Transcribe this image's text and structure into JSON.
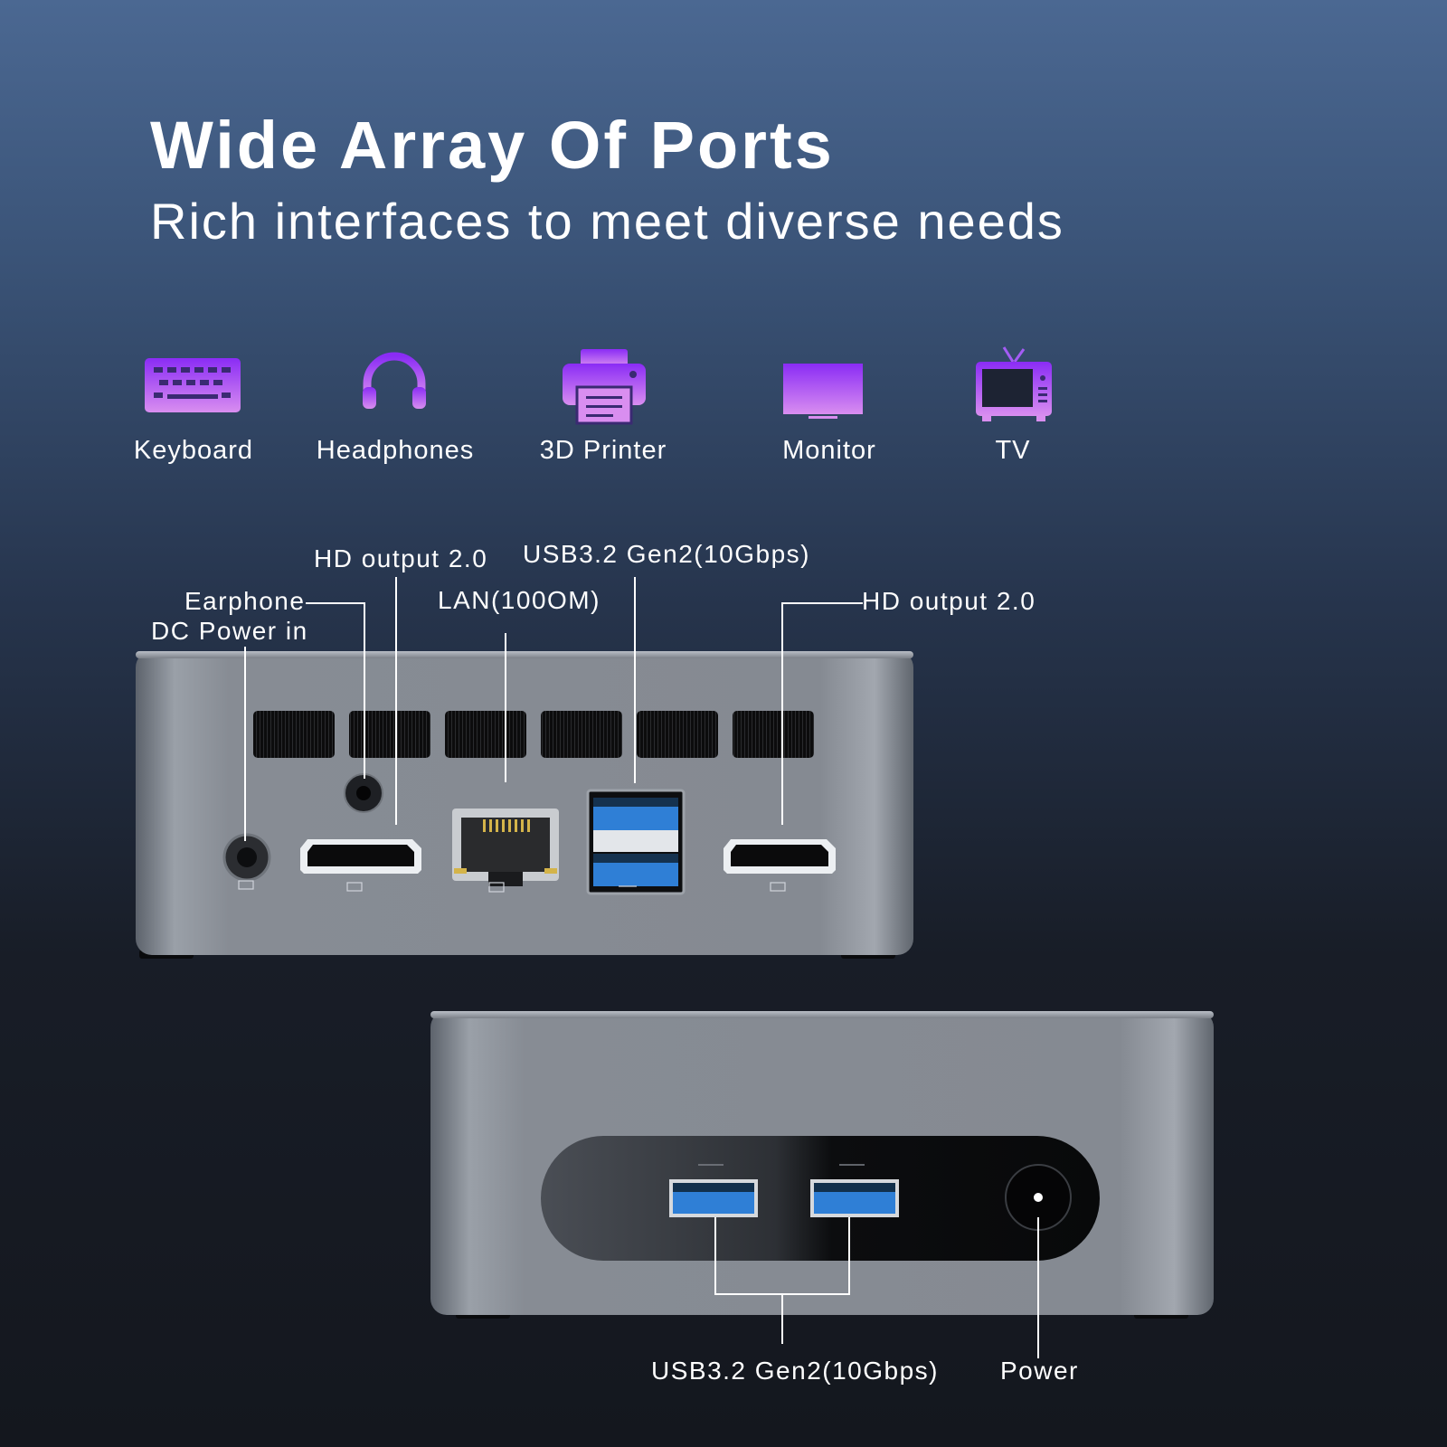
{
  "header": {
    "title": "Wide Array Of Ports",
    "subtitle": "Rich interfaces to meet diverse needs"
  },
  "devices": [
    {
      "label": "Keyboard",
      "icon": "keyboard-icon"
    },
    {
      "label": "Headphones",
      "icon": "headphones-icon"
    },
    {
      "label": "3D Printer",
      "icon": "printer-icon"
    },
    {
      "label": "Monitor",
      "icon": "monitor-icon"
    },
    {
      "label": "TV",
      "icon": "tv-icon"
    }
  ],
  "rear_panel": {
    "callouts": {
      "hd_output_left": "HD output 2.0",
      "usb_rear": "USB3.2 Gen2(10Gbps)",
      "earphone": "Earphone",
      "lan": "LAN(100OM)",
      "hd_output_right": "HD output 2.0",
      "dc_power": "DC Power in"
    }
  },
  "front_panel": {
    "callouts": {
      "usb_front": "USB3.2 Gen2(10Gbps)",
      "power": "Power"
    }
  },
  "colors": {
    "icon_gradient_top": "#8a2cf5",
    "icon_gradient_bottom": "#d98ef0",
    "usb_blue": "#2f7fd6",
    "chassis": "#8e939b"
  }
}
